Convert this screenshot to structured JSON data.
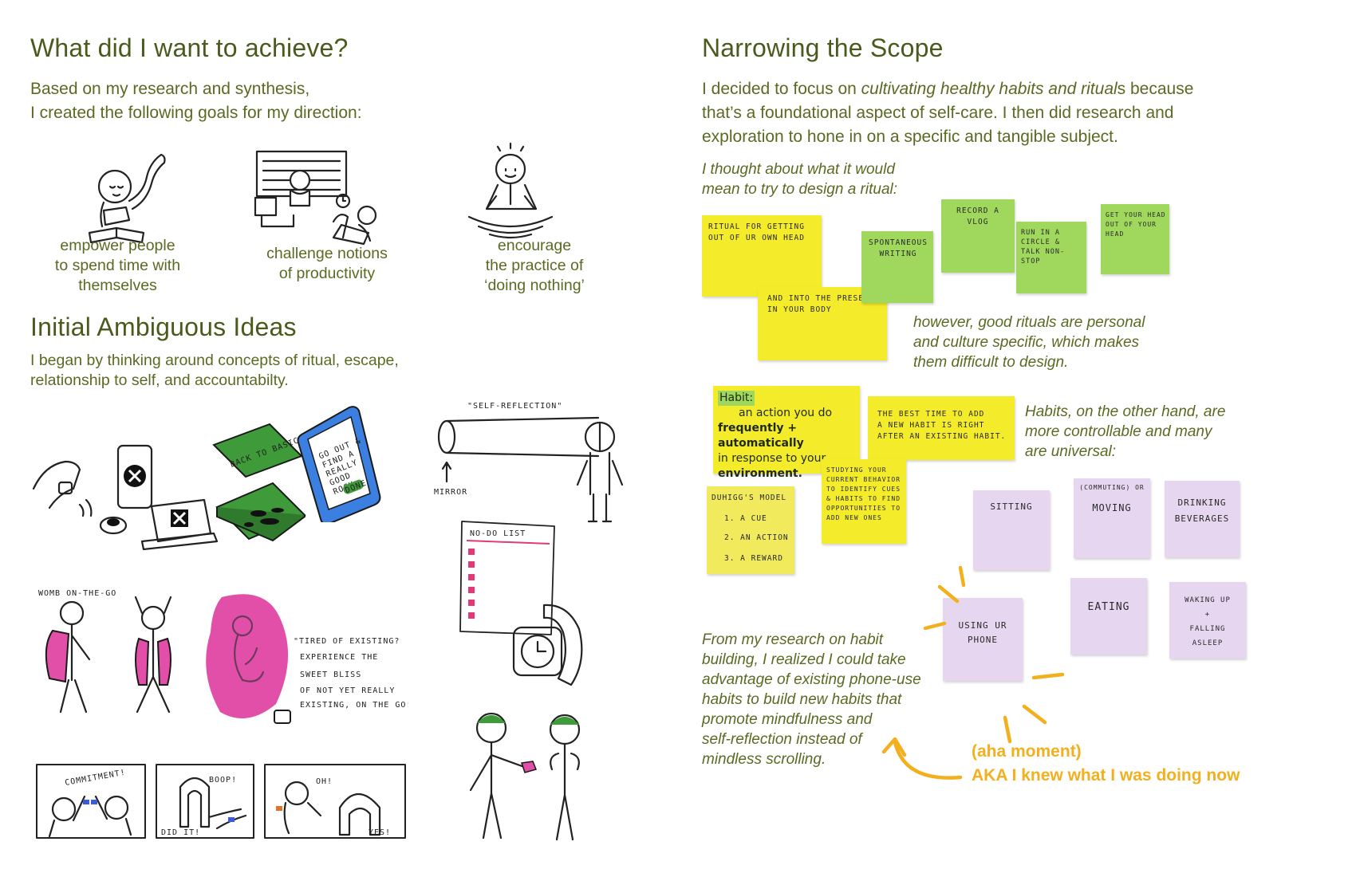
{
  "left": {
    "heading1": "What did I want to achieve?",
    "intro_line1": "Based on my research and synthesis,",
    "intro_line2": "I created the following goals for my direction:",
    "goals": [
      {
        "l1": "empower people",
        "l2": "to spend time with",
        "l3": "themselves"
      },
      {
        "l1": "challenge notions",
        "l2": "of productivity"
      },
      {
        "l1": "encourage",
        "l2": "the practice of",
        "l3": "‘doing nothing’"
      }
    ],
    "heading2": "Initial Ambiguous Ideas",
    "ideas_line1": "I began by thinking around concepts of ritual, escape,",
    "ideas_line2": "relationship to self, and accountabilty.",
    "sketch_labels": {
      "self_reflection": "\"SELF-REFLECTION\"",
      "mirror": "MIRROR",
      "no_do_list": "NO-DO LIST",
      "back_to_basics": "BACK TO BASICS",
      "phone_msg_1": "GO OUT &",
      "phone_msg_2": "FIND A",
      "phone_msg_3": "REALLY",
      "phone_msg_4": "GOOD",
      "phone_msg_5": "ROCK.",
      "phone_done": "DONE",
      "womb": "WOMB ON-THE-GO",
      "quote_1": "\"TIRED OF EXISTING?",
      "quote_2": "EXPERIENCE THE",
      "quote_3": "SWEET BLISS",
      "quote_4": "OF NOT YET REALLY",
      "quote_5": "EXISTING, ON THE GO!\"",
      "commitment": "COMMITMENT!",
      "boop": "BOOP!",
      "did_it": "DID IT!",
      "oh": "OH!",
      "yes": "YES!"
    }
  },
  "right": {
    "heading": "Narrowing the Scope",
    "p1_a": "I decided to focus on ",
    "p1_em": "cultivating healthy habits and ritual",
    "p1_b": "s because",
    "p1_l2": "that’s a foundational aspect of self-care. I then did research and",
    "p1_l3": "exploration to hone in on a specific and tangible subject.",
    "ritual_q1": "I thought about what it would",
    "ritual_q2": "mean to try to design a ritual:",
    "ritual_notes": [
      "RITUAL FOR GETTING OUT OF UR OWN HEAD",
      "AND INTO THE PRESENT IN YOUR BODY",
      "SPONTANEOUS WRITING",
      "RECORD A VLOG",
      "RUN IN A CIRCLE & TALK NON-STOP",
      "GET YOUR HEAD OUT OF YOUR HEAD"
    ],
    "however_1": "however, good rituals are personal",
    "however_2": "and culture specific, which makes",
    "however_3": "them difficult to design.",
    "habit_def_title": "Habit:",
    "habit_def_1": "an action you do",
    "habit_def_2": "frequently + automatically",
    "habit_def_3": "in response to your",
    "habit_def_4": "environment.",
    "best_time_1": "THE BEST TIME TO ADD",
    "best_time_2": "A NEW HABIT IS RIGHT",
    "best_time_3": "AFTER AN EXISTING HABIT.",
    "studying": "STUDYING YOUR CURRENT BEHAVIOR TO IDENTIFY CUES & HABITS TO FIND OPPORTUNITIES TO ADD NEW ONES",
    "duhigg_title": "DUHIGG'S MODEL",
    "duhigg_items": [
      "1. A CUE",
      "2. AN ACTION",
      "3. A REWARD"
    ],
    "habits_1": "Habits, on the other hand, are",
    "habits_2": "more controllable and many",
    "habits_3": "are universal:",
    "habit_notes": {
      "sitting": "SITTING",
      "moving_sub": "(COMMUTING) OR",
      "moving": "MOVING",
      "drinking_1": "DRINKING",
      "drinking_2": "BEVERAGES",
      "phone_1": "USING UR",
      "phone_2": "PHONE",
      "eating": "EATING",
      "waking_1": "WAKING UP",
      "waking_plus": "+",
      "waking_2": "FALLING ASLEEP"
    },
    "research_lines": [
      "From my research on habit",
      "building, I realized I could take",
      "advantage of existing phone-use",
      "habits to build new habits that",
      "promote mindfulness and",
      "self-reflection instead of",
      "mindless scrolling."
    ],
    "aha_1": "(aha moment)",
    "aha_2": "AKA I knew what I was doing now"
  },
  "colors": {
    "heading": "#4a5a1c",
    "text": "#5a6a22",
    "sticky_yellow": "#f4ec2a",
    "sticky_green": "#9fd85c",
    "sticky_lilac": "#e6d6ef",
    "aha": "#f2b01e",
    "magenta": "#e24fa8",
    "phone_blue": "#3b7fe0",
    "box_green": "#3f9a3a"
  }
}
